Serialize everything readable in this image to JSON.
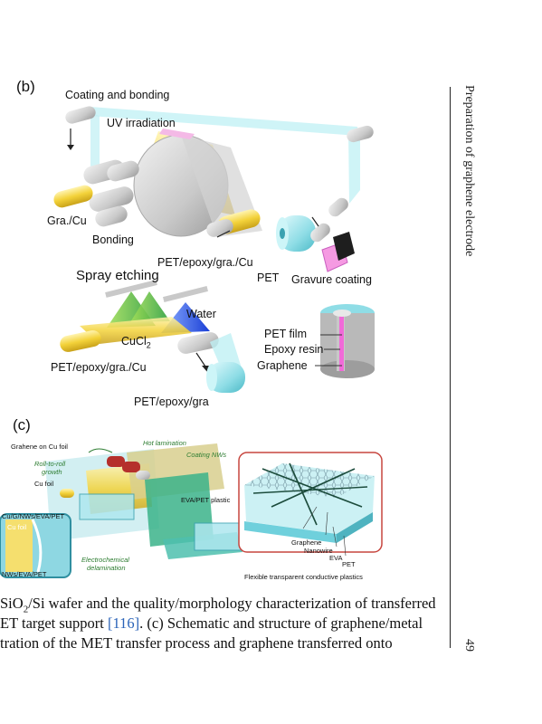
{
  "panel_b": {
    "letter": "(b)",
    "labels": {
      "coating_bonding": "Coating and bonding",
      "uv": "UV irradiation",
      "gra_cu": "Gra./Cu",
      "bonding": "Bonding",
      "pet_epoxy_gra_cu_top": "PET/epoxy/gra./Cu",
      "pet": "PET",
      "gravure": "Gravure coating",
      "spray": "Spray etching",
      "water": "Water",
      "cucl2": "CuCl",
      "cucl2_sub": "2",
      "pet_epoxy_gra_cu_bottom": "PET/epoxy/gra./Cu",
      "pet_epoxy_gra": "PET/epoxy/gra",
      "pet_film": "PET film",
      "epoxy_resin": "Epoxy resin",
      "graphene": "Graphene"
    }
  },
  "panel_c": {
    "letter": "(c)",
    "labels": {
      "graphene_cu_foil": "Grahene on Cu foil",
      "roll_to_roll": "Roll-to-roll",
      "growth": "growth",
      "cu_foil": "Cu foil",
      "hot_lamination": "Hot lamination",
      "coating_nws": "Coating NWs",
      "eva_pet_plastic": "EVA/PET plastic",
      "inset_top": "Cu/G/NWs/EVA/PET",
      "inset_cu": "Cu foil",
      "inset_bottom": "NWs/EVA/PET",
      "electrochemical": "Electrochemical",
      "delamination": "delamination",
      "graphene": "Graphene",
      "nanowire": "Nanowire",
      "eva": "EVA",
      "pet": "PET",
      "flexible": "Flexible transparent conductive plastics"
    }
  },
  "caption": {
    "line1_pre": "SiO",
    "line1_sub": "2",
    "line1_post": "/Si wafer and the quality/morphology characterization of transferred",
    "line2_pre": "ET target support ",
    "line2_ref": "[116]",
    "line2_post": ". (c) Schematic and structure of graphene/metal",
    "line3": "tration of the MET transfer process and graphene transferred onto"
  },
  "running_head": "Preparation of graphene electrode",
  "page_number": "49"
}
